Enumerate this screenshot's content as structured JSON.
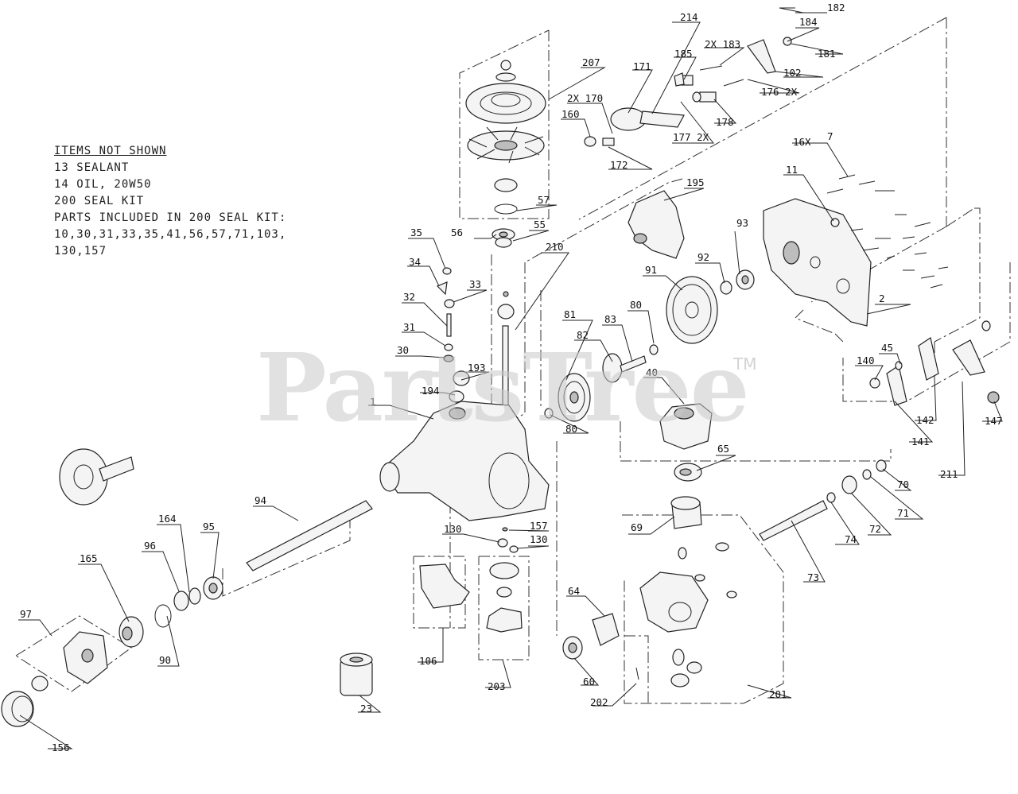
{
  "notes": {
    "title": "ITEMS NOT SHOWN",
    "lines": [
      "13 SEALANT",
      "14 OIL, 20W50",
      "200 SEAL KIT",
      "",
      "PARTS INCLUDED IN 200 SEAL KIT:",
      "10,30,31,33,35,41,56,57,71,103,",
      "130,157"
    ]
  },
  "watermark": {
    "text": "PartsTree",
    "tm": "TM"
  },
  "callouts": [
    "182",
    "184",
    "181",
    "214",
    "2X 183",
    "185",
    "102",
    "171",
    "176 2X",
    "2X 170",
    "160",
    "178",
    "177 2X",
    "172",
    "207",
    "16X",
    "7",
    "11",
    "195",
    "57",
    "56",
    "55",
    "93",
    "92",
    "91",
    "2",
    "35",
    "34",
    "33",
    "32",
    "31",
    "30",
    "210",
    "80",
    "83",
    "82",
    "81",
    "45",
    "140",
    "142",
    "141",
    "211",
    "147",
    "193",
    "194",
    "1",
    "40",
    "80",
    "65",
    "70",
    "71",
    "72",
    "74",
    "73",
    "69",
    "94",
    "164",
    "95",
    "96",
    "165",
    "97",
    "90",
    "156",
    "130",
    "157",
    "130",
    "106",
    "203",
    "64",
    "60",
    "202",
    "201",
    "23"
  ]
}
